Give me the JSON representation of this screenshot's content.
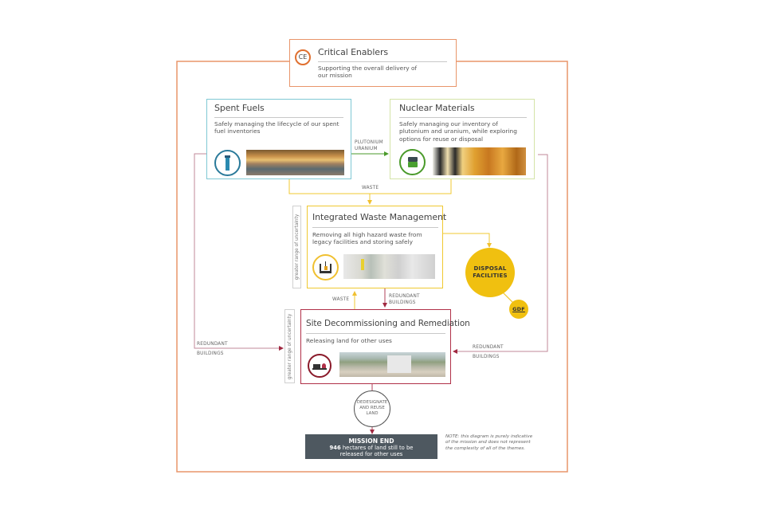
{
  "colors": {
    "frame": "#e8956a",
    "spent_fuels": "#7fc8d4",
    "nuclear_materials": "#d4e4a8",
    "waste": "#f0c830",
    "decommissioning": "#b03048",
    "redundant_line": "#c08a9a",
    "green_arrow": "#4a9a2a",
    "mission_end_bg": "#4e5860"
  },
  "critical_enablers": {
    "badge": "CE",
    "title": "Critical Enablers",
    "description": "Supporting the overall delivery of our mission"
  },
  "spent_fuels": {
    "title": "Spent Fuels",
    "description": "Safely managing the lifecycle of our spent fuel inventories",
    "icon": "fuel-rod-icon"
  },
  "nuclear_materials": {
    "title": "Nuclear Materials",
    "description": "Safely managing our inventory of plutonium and uranium, while exploring options for reuse or disposal",
    "icon": "container-icon"
  },
  "integrated_waste": {
    "title": "Integrated Waste Management",
    "description": "Removing all high hazard waste from legacy facilities and storing safely",
    "icon": "waste-container-icon",
    "side_label": "greater range of uncertainty"
  },
  "site_decommissioning": {
    "title": "Site Decommissioning and Remediation",
    "description": "Releasing land for other uses",
    "icon": "land-release-icon",
    "side_label": "greater range of uncertainty"
  },
  "flow_labels": {
    "plutonium": "PLUTONIUM",
    "uranium": "URANIUM",
    "waste_top": "WASTE",
    "waste_up": "WASTE",
    "redundant_center_1": "REDUNDANT",
    "redundant_center_2": "BUILDINGS",
    "redundant_left_1": "REDUNDANT",
    "redundant_left_2": "BUILDINGS",
    "redundant_right_1": "REDUNDANT",
    "redundant_right_2": "BUILDINGS"
  },
  "disposal": {
    "line1": "DISPOSAL",
    "line2": "FACILITIES",
    "gdf": "GDF"
  },
  "dedesignate": {
    "line1": "DEDESIGNATE",
    "line2": "AND REUSE",
    "line3": "LAND"
  },
  "mission_end": {
    "title": "MISSION END",
    "hectares": "946",
    "line1_rest": " hectares of land still to be",
    "line2": "released for other uses"
  },
  "note": "NOTE: this diagram is purely indicative of the mission and does not represent the complexity of all of the themes."
}
